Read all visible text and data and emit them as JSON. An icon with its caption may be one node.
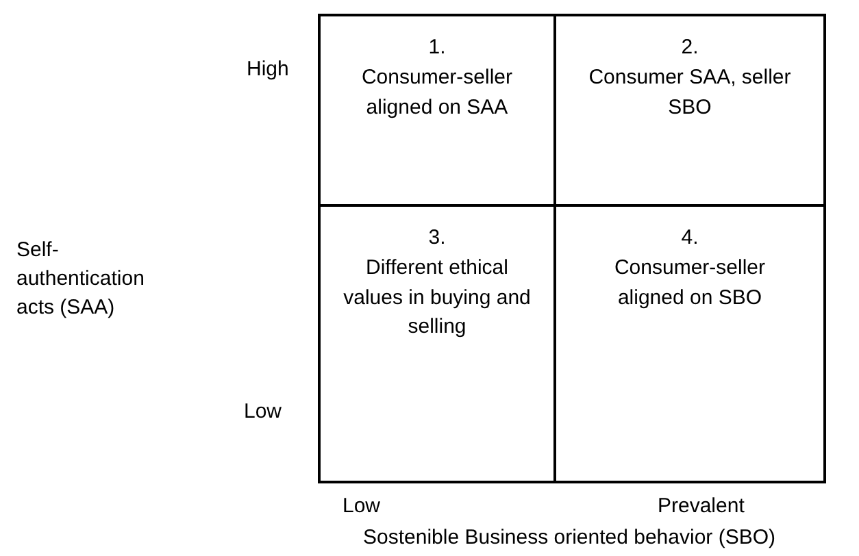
{
  "diagram": {
    "nodes": [
      {
        "text": [
          "1.",
          "Consumer-seller aligned on SAA"
        ]
      },
      {
        "text": [
          "2.",
          "Consumer SAA, seller SBO"
        ]
      },
      {
        "text": [
          "3.",
          "Different ethical values in buying and selling"
        ]
      },
      {
        "text": [
          "4.",
          "Consumer-seller aligned on SBO"
        ]
      }
    ],
    "edges": [],
    "labels": [
      "High",
      "Self-authentication acts (SAA)",
      "Low",
      "Low",
      "Prevalent",
      "Sostenible Business oriented behavior (SBO)"
    ]
  }
}
